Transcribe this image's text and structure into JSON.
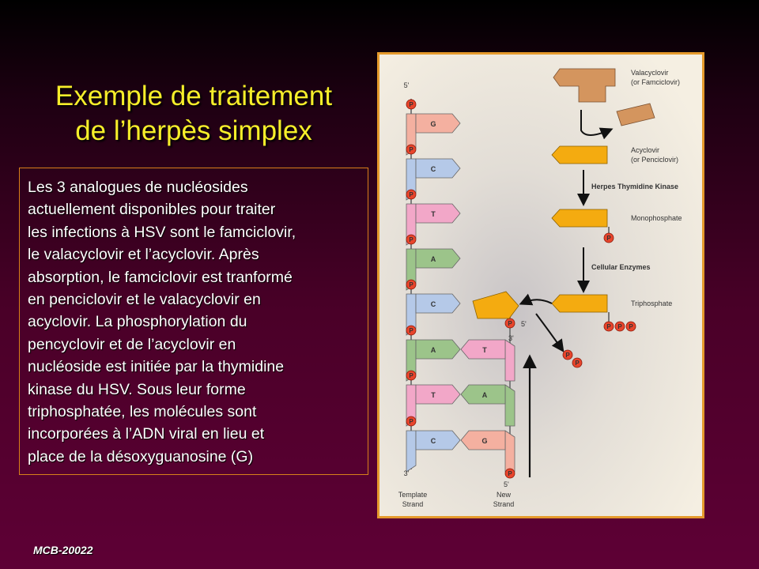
{
  "slide": {
    "title_lines": [
      "Exemple de traitement",
      "de l’herpès simplex"
    ],
    "body_lines": [
      "Les 3 analogues de nucléosides",
      "actuellement disponibles pour traiter",
      "les infections à HSV sont le famciclovir,",
      "le valacyclovir et l’acyclovir.  Après",
      "absorption, le famciclovir est tranformé",
      "en penciclovir et le valacyclovir en",
      "acyclovir.  La phosphorylation du",
      "pencyclovir et de l’acyclovir en",
      "nucléoside est initiée par la thymidine",
      "kinase du HSV. Sous leur forme",
      "triphosphatée, les molécules sont",
      "incorporées à l’ADN viral en lieu et",
      "place de la désoxyguanosine (G)"
    ],
    "footer": "MCB-20022"
  },
  "figure": {
    "five_prime": "5'",
    "three_prime": "3'",
    "phosphate": "P",
    "template_bases": [
      "G",
      "C",
      "T",
      "A",
      "C",
      "A",
      "T",
      "C"
    ],
    "new_bases": [
      "T",
      "A",
      "G"
    ],
    "template_label": [
      "Template",
      "Strand"
    ],
    "new_label": [
      "New",
      "Strand"
    ],
    "pathway": {
      "valacyclovir": [
        "Valacyclovir",
        "(or Famciclovir)"
      ],
      "acyclovir": [
        "Acyclovir",
        "(or Penciclovir)"
      ],
      "kinase": "Herpes Thymidine Kinase",
      "monophosphate": "Monophosphate",
      "enzymes": "Cellular Enzymes",
      "triphosphate": "Triphosphate"
    },
    "colors": {
      "G": "#f4b0a0",
      "C": "#b5c9e8",
      "T": "#f2a7c8",
      "A": "#9cc48a",
      "drug": "#f4ab10",
      "prodrug": "#d4955e",
      "phosphate": "#e8452c",
      "frame": "#e59a2c",
      "panel": "#f3ede0"
    },
    "icons": [
      "phosphate-icon",
      "arrow-down-icon",
      "arrow-up-icon"
    ]
  }
}
